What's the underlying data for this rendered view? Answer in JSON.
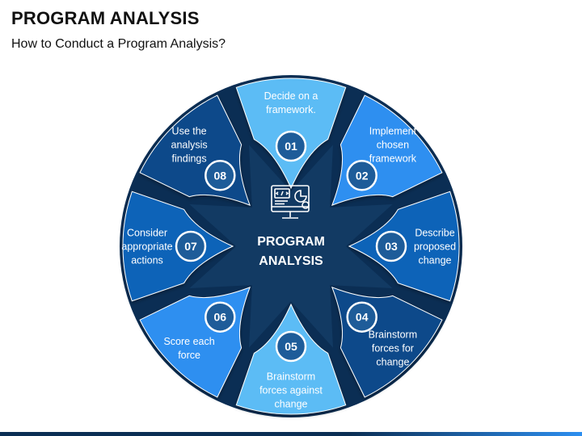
{
  "header": {
    "title": "PROGRAM ANALYSIS",
    "subtitle": "How to Conduct a Program Analysis?"
  },
  "center": {
    "line1": "PROGRAM",
    "line2": "ANALYSIS",
    "icon": "computer-chart-icon"
  },
  "steps": [
    {
      "number": "01",
      "lines": [
        "Decide on a",
        "framework."
      ],
      "color": "#5bbcf5"
    },
    {
      "number": "02",
      "lines": [
        "Implement",
        "chosen",
        "framework"
      ],
      "color": "#2d8ff0"
    },
    {
      "number": "03",
      "lines": [
        "Describe",
        "proposed",
        "change"
      ],
      "color": "#0d63b8"
    },
    {
      "number": "04",
      "lines": [
        "Brainstorm",
        "forces for",
        "change"
      ],
      "color": "#0a4a8a"
    },
    {
      "number": "05",
      "lines": [
        "Brainstorm",
        "forces against",
        "change"
      ],
      "color": "#5bbcf5"
    },
    {
      "number": "06",
      "lines": [
        "Score each",
        "force"
      ],
      "color": "#2d8ff0"
    },
    {
      "number": "07",
      "lines": [
        "Consider",
        "appropriate",
        "actions"
      ],
      "color": "#0d63b8"
    },
    {
      "number": "08",
      "lines": [
        "Use the",
        "analysis",
        "findings"
      ],
      "color": "#0a4a8a"
    }
  ],
  "colors": {
    "center": "#0b2e54",
    "hub": "#123a63",
    "badge": "#1e5c99",
    "footer_left": "#0b2e54",
    "footer_right": "#2d8ff0"
  }
}
